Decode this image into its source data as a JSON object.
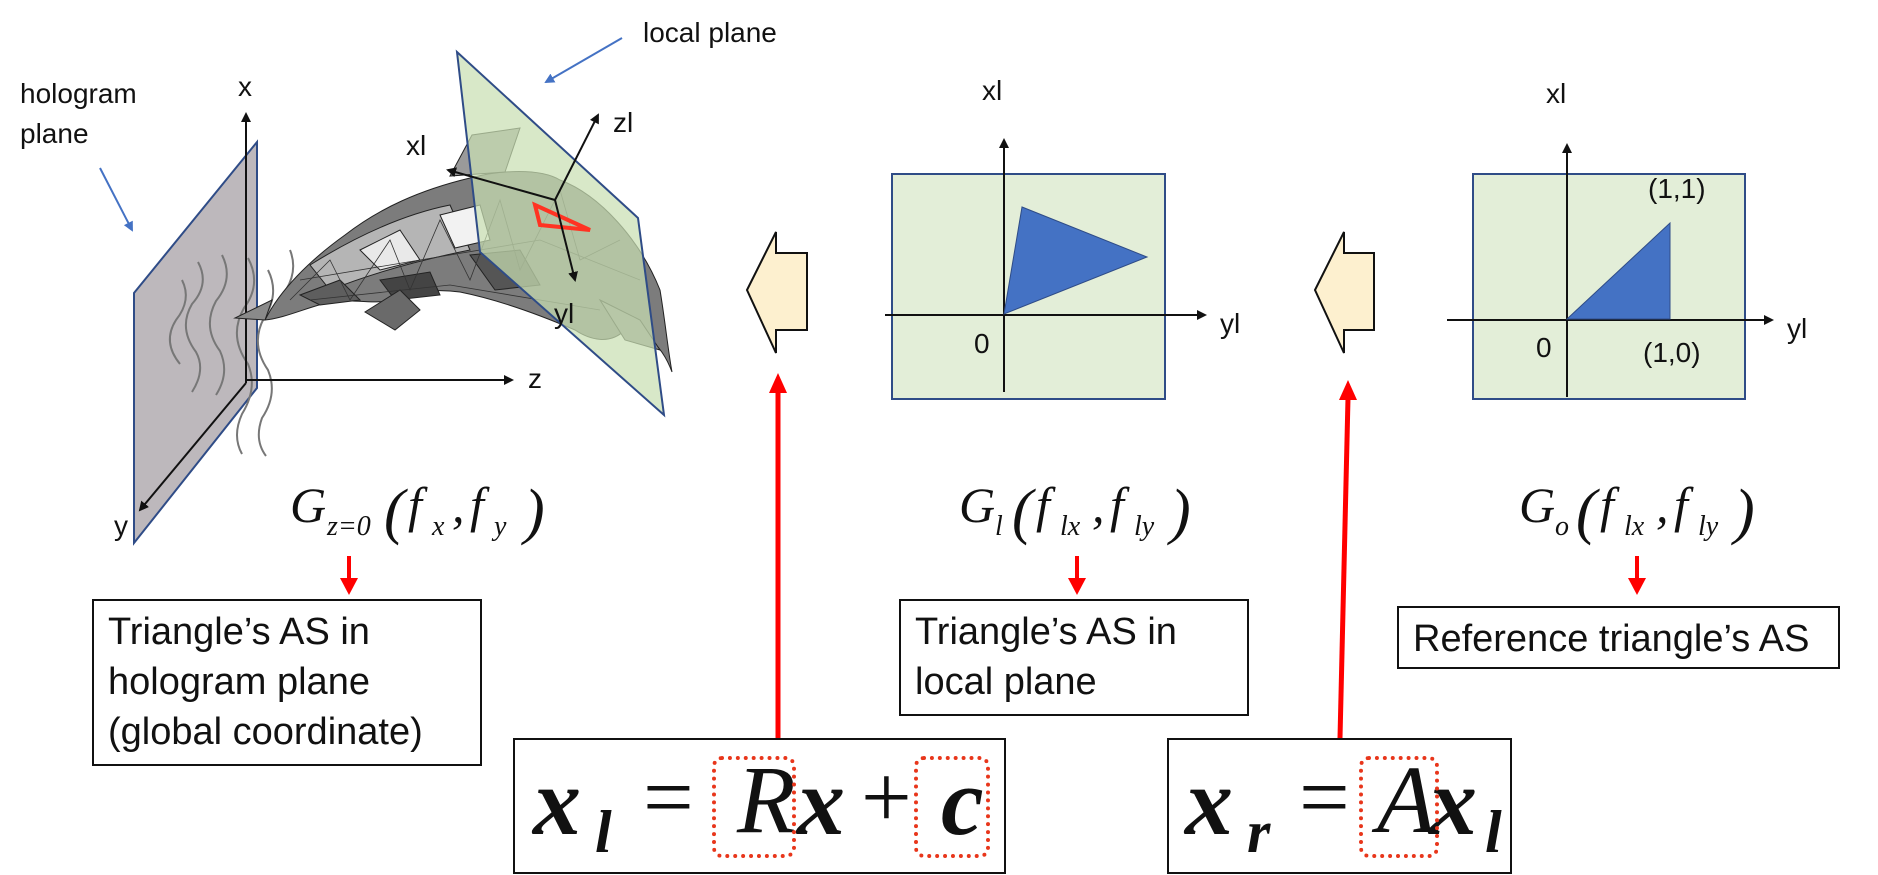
{
  "diagram": {
    "labels": {
      "hologram_plane_l1": "hologram",
      "hologram_plane_l2": "plane",
      "local_plane": "local plane",
      "axis_x": "x",
      "axis_y": "y",
      "axis_z": "z",
      "axis_xl": "xl",
      "axis_yl": "yl",
      "axis_zl": "zl"
    },
    "local_panel": {
      "axis_xl": "xl",
      "axis_yl": "yl",
      "origin": "0"
    },
    "ref_panel": {
      "axis_xl": "xl",
      "axis_yl": "yl",
      "origin": "0",
      "pt_11": "(1,1)",
      "pt_10": "(1,0)"
    },
    "formulas": {
      "g_global": {
        "G": "G",
        "sub": "z=0",
        "f1": "f",
        "s1": "x",
        "f2": "f",
        "s2": "y"
      },
      "g_local": {
        "G": "G",
        "sub": "l",
        "f1": "f",
        "s1": "lx",
        "f2": "f",
        "s2": "ly"
      },
      "g_ref": {
        "G": "G",
        "sub": "o",
        "f1": "f",
        "s1": "lx",
        "f2": "f",
        "s2": "ly"
      }
    },
    "boxes": {
      "global_as": [
        "Triangle’s AS in",
        "hologram plane",
        "(global coordinate)"
      ],
      "local_as": [
        "Triangle’s AS in",
        "local plane"
      ],
      "ref_as": [
        "Reference triangle’s AS"
      ]
    },
    "equations": {
      "eq1": {
        "lhs": "x",
        "lhs_sub": "l",
        "eq": "=",
        "R": "R",
        "x": "x",
        "plus": "+",
        "c": "c"
      },
      "eq2": {
        "lhs": "x",
        "lhs_sub": "r",
        "eq": "=",
        "A": "A",
        "x": "x",
        "x_sub": "l"
      }
    },
    "colors": {
      "panel_fill": "#e3eed8",
      "panel_border": "#2f4c87",
      "triangle": "#4472c4",
      "red": "#ff0000",
      "dotted": "#e8361b",
      "arrow_fill": "#fdf0cf"
    }
  }
}
